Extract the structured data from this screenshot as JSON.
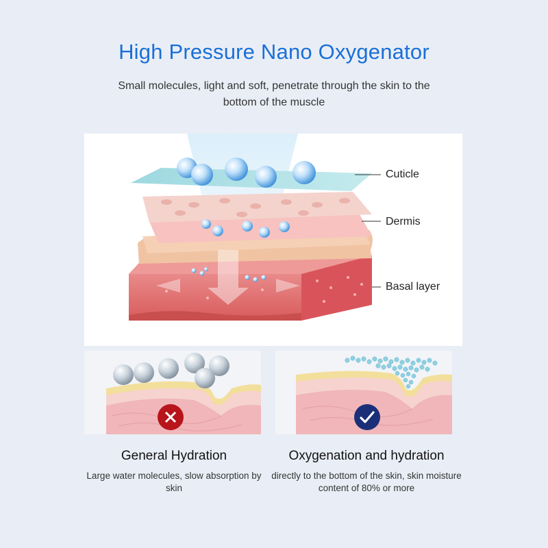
{
  "header": {
    "title": "High Pressure Nano Oxygenator",
    "subtitle": "Small molecules, light and soft, penetrate through the skin to the bottom of the muscle"
  },
  "diagram": {
    "labels": {
      "cuticle": "Cuticle",
      "dermis": "Dermis",
      "basal": "Basal layer"
    }
  },
  "comparison": {
    "left": {
      "title": "General Hydration",
      "text": "Large water molecules, slow absorption by skin",
      "icon": "x-mark-icon",
      "badge_color": "#b8141b"
    },
    "right": {
      "title": "Oxygenation and hydration",
      "text": "directly to the bottom of the skin, skin moisture content of 80% or more",
      "icon": "check-mark-icon",
      "badge_color": "#1b2f78"
    }
  },
  "colors": {
    "title": "#1a6fd8",
    "background": "#e9eef6"
  }
}
